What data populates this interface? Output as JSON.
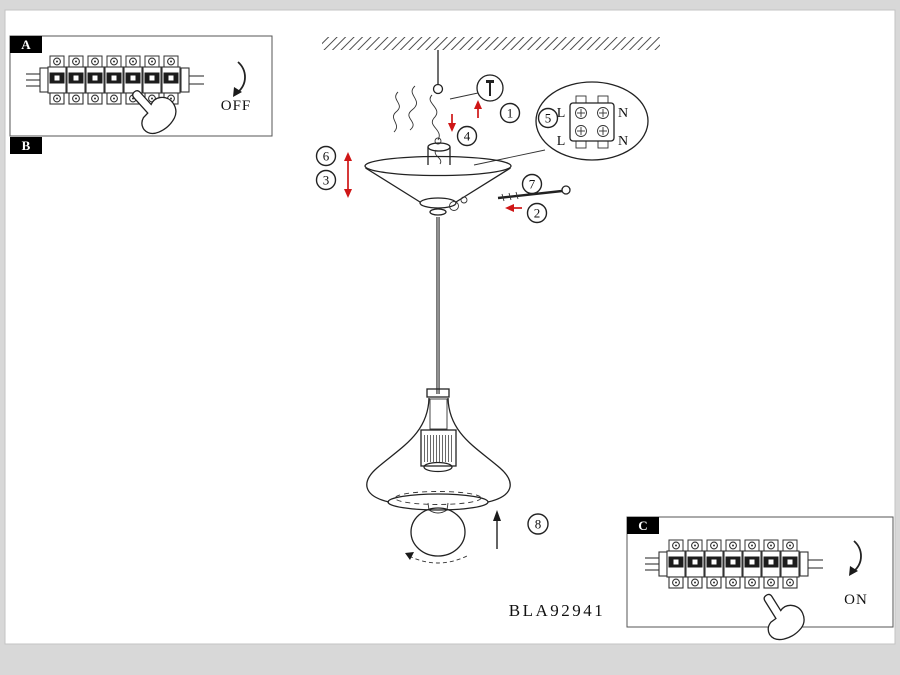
{
  "panels": {
    "a": {
      "label": "A",
      "state_label": "OFF"
    },
    "b": {
      "label": "B"
    },
    "c": {
      "label": "C",
      "state_label": "ON"
    }
  },
  "callouts": [
    "1",
    "2",
    "3",
    "4",
    "5",
    "6",
    "7",
    "8"
  ],
  "terminal": {
    "top_left": "L",
    "top_right": "N",
    "bottom_left": "L",
    "bottom_right": "N"
  },
  "footer": {
    "model_number": "BLA92941"
  },
  "colors": {
    "arrow_red": "#cf1616",
    "line": "#222222",
    "panel_tab_bg": "#000000",
    "sheet_bg": "#ffffff",
    "outer_bg": "#d8d8d8"
  }
}
